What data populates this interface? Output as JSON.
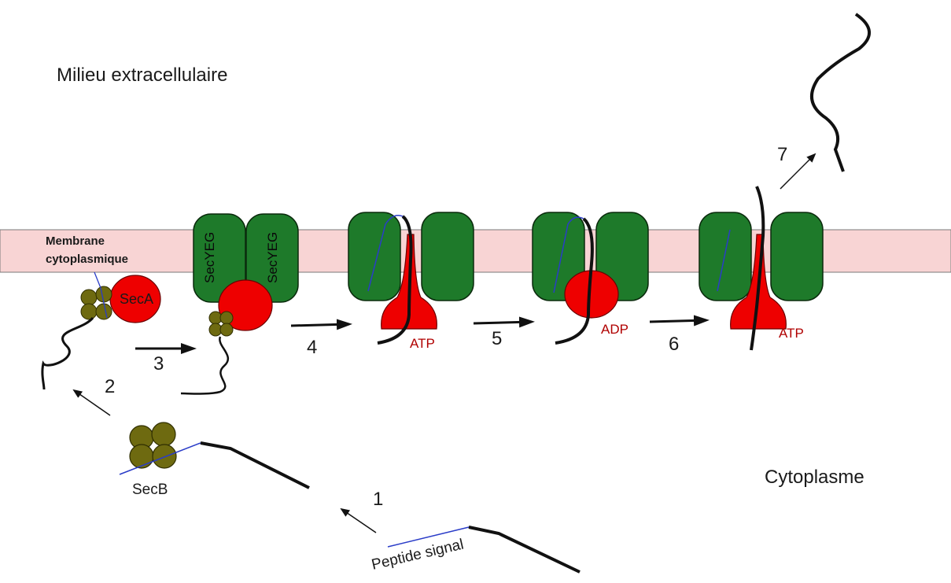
{
  "labels": {
    "extracellular": "Milieu extracellulaire",
    "cytoplasm": "Cytoplasme",
    "membrane_line1": "Membrane",
    "membrane_line2": "cytoplasmique",
    "secA": "SecA",
    "secB": "SecB",
    "secYEG_left": "SecYEG",
    "secYEG_right": "SecYEG",
    "peptide_signal": "Peptide signal",
    "atp_1": "ATP",
    "adp": "ADP",
    "atp_2": "ATP"
  },
  "steps": [
    "1",
    "2",
    "3",
    "4",
    "5",
    "6",
    "7"
  ],
  "colors": {
    "membrane": "#f8d4d4",
    "channel": "#1e7a2a",
    "secA": "#ee0000",
    "secB": "#6e6a10",
    "chain": "#111111",
    "signal": "#2a3cc8"
  }
}
